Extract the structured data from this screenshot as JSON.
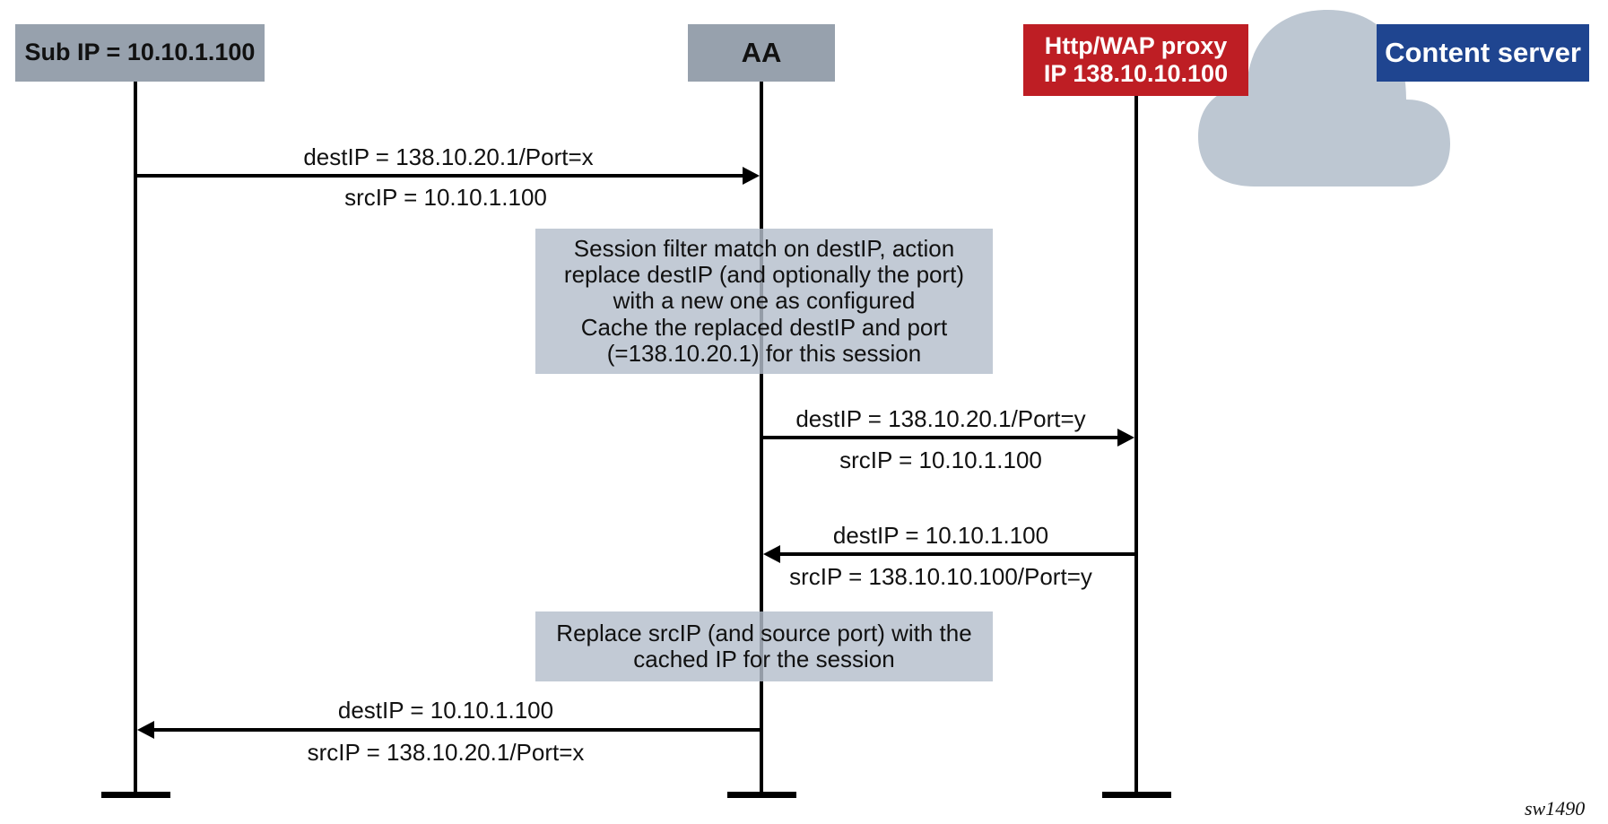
{
  "actors": {
    "subscriber": {
      "label": "Sub IP = 10.10.1.100",
      "color": "#97a1ad"
    },
    "aa": {
      "label": "AA",
      "color": "#97a1ad"
    },
    "proxy": {
      "label_line1": "Http/WAP proxy",
      "label_line2": "IP 138.10.10.100",
      "color": "#be1e24"
    },
    "content_server": {
      "label": "Content server",
      "color": "#1f4590"
    },
    "cloud": {
      "icon": "cloud-icon",
      "color": "#bdc7d2"
    }
  },
  "messages": [
    {
      "from": "subscriber",
      "to": "aa",
      "above": "destIP = 138.10.20.1/Port=x",
      "below": "srcIP = 10.10.1.100"
    },
    {
      "from": "aa",
      "to": "proxy",
      "above": "destIP = 138.10.20.1/Port=y",
      "below": "srcIP = 10.10.1.100"
    },
    {
      "from": "proxy",
      "to": "aa",
      "above": "destIP = 10.10.1.100",
      "below": "srcIP = 138.10.10.100/Port=y"
    },
    {
      "from": "aa",
      "to": "subscriber",
      "above": "destIP = 10.10.1.100",
      "below": "srcIP = 138.10.20.1/Port=x"
    }
  ],
  "notes": [
    {
      "lines": [
        "Session filter match on destIP, action",
        "replace destIP (and optionally the port)",
        "with a new one as configured",
        "Cache the replaced destIP and port",
        "(=138.10.20.1) for this session"
      ]
    },
    {
      "lines": [
        "Replace srcIP (and source port) with the",
        "cached IP for the session"
      ]
    }
  ],
  "figure_id": "sw1490"
}
